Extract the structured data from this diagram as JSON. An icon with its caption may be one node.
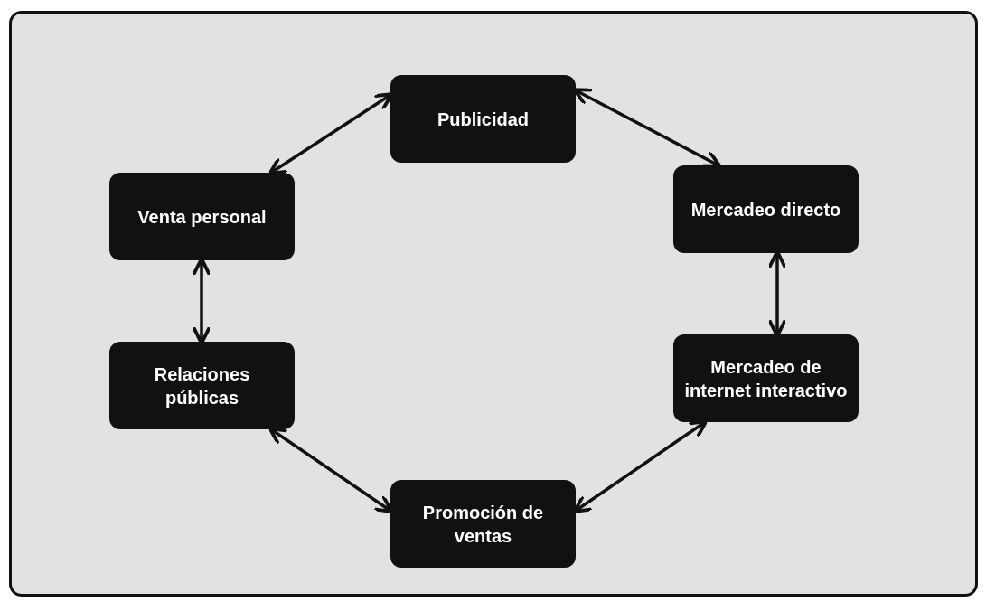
{
  "diagram": {
    "nodes": [
      {
        "text": [
          "Publicidad"
        ]
      },
      {
        "text": [
          "Mercadeo directo"
        ]
      },
      {
        "text": [
          "Mercadeo de internet interactivo"
        ]
      },
      {
        "text": [
          "Promoción de ventas"
        ]
      },
      {
        "text": [
          "Relaciones públicas"
        ]
      },
      {
        "text": [
          "Venta personal"
        ]
      }
    ],
    "edges": [
      {
        "from": 0,
        "to": 1,
        "arrow": "both"
      },
      {
        "from": 1,
        "to": 2,
        "arrow": "both"
      },
      {
        "from": 2,
        "to": 3,
        "arrow": "both"
      },
      {
        "from": 3,
        "to": 4,
        "arrow": "both"
      },
      {
        "from": 4,
        "to": 5,
        "arrow": "both"
      },
      {
        "from": 5,
        "to": 0,
        "arrow": "both"
      }
    ]
  }
}
